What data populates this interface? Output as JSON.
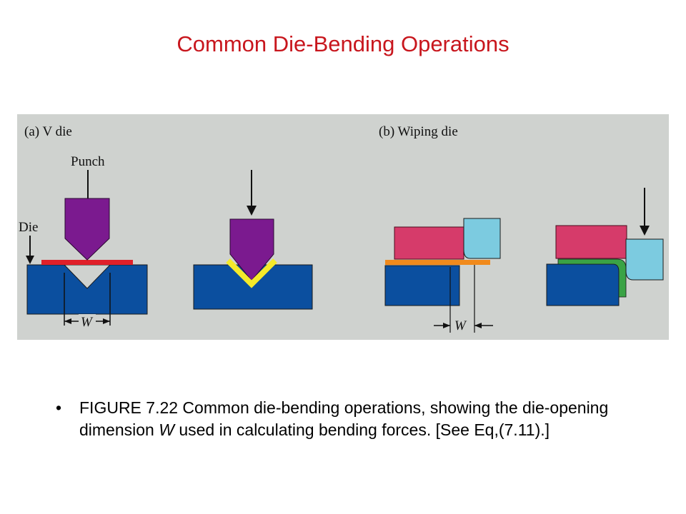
{
  "title": "Common Die-Bending Operations",
  "figure": {
    "panel_a_label": "(a) V die",
    "panel_b_label": "(b) Wiping die",
    "punch_label": "Punch",
    "die_label": "Die",
    "dimension_a": "W",
    "dimension_b": "W"
  },
  "caption": {
    "bullet": "•",
    "part1": "FIGURE  7.22  Common die-bending operations, showing the die-opening dimension ",
    "w": "W",
    "part2": " used in calculating bending forces. [See Eq,(7.11).]"
  },
  "colors": {
    "title": "#c8161d",
    "background_panel": "#cfd2cf",
    "die_blue": "#0b4f9f",
    "punch_purple": "#7b1a8f",
    "sheet_red": "#e0202a",
    "bent_sheet_yellow": "#f4ea2a",
    "pad_pink": "#d63b6a",
    "wiper_cyan": "#7ccbe0",
    "sheet_orange": "#f08a1c",
    "bent_sheet_green": "#3aa345"
  }
}
